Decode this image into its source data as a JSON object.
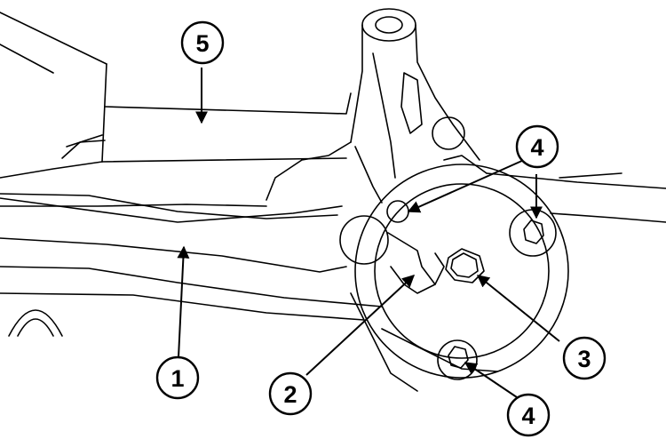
{
  "diagram": {
    "callouts": [
      {
        "id": "c1",
        "label": "1"
      },
      {
        "id": "c2",
        "label": "2"
      },
      {
        "id": "c3",
        "label": "3"
      },
      {
        "id": "c4a",
        "label": "4"
      },
      {
        "id": "c4b",
        "label": "4"
      },
      {
        "id": "c5",
        "label": "5"
      }
    ],
    "colors": {
      "line": "#000000",
      "background": "#ffffff"
    }
  }
}
